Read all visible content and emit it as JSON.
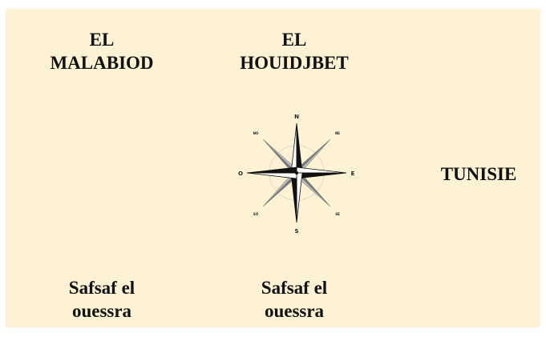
{
  "labels": {
    "north_west": "EL\nMALABIOD",
    "north": "EL\nHOUIDJBET",
    "east": "TUNISIE",
    "south_west": "Safsaf el\nouessra",
    "south": "Safsaf el\nouessra"
  },
  "compass": {
    "north": "N",
    "south": "S",
    "east": "E",
    "west": "O",
    "north_east": "NE",
    "north_west": "NO",
    "south_east": "SE",
    "south_west": "SO"
  }
}
